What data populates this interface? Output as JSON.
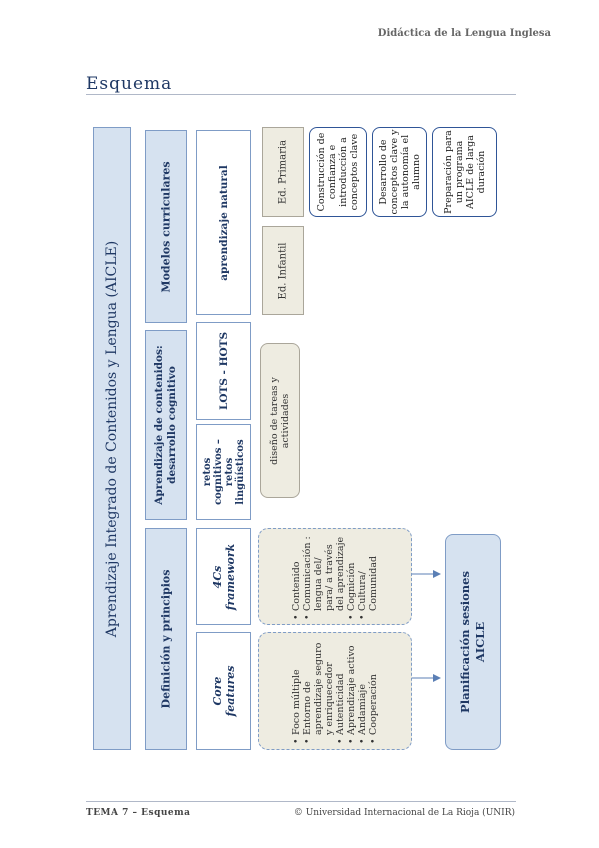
{
  "header": {
    "course_title": "Didáctica de la Lengua Inglesa"
  },
  "section": {
    "title": "Esquema"
  },
  "diagram": {
    "root": "Aprendizaje Integrado de Contenidos y Lengua (AICLE)",
    "branches": {
      "definicion": "Definición y principios",
      "aprendizaje": "Aprendizaje de contenidos: desarrollo cognitivo",
      "modelos": "Modelos curriculares"
    },
    "core_features": {
      "label": "Core features",
      "items": [
        "Foco múltiple",
        "Entorno de aprendizaje seguro y enriquecedor",
        "Autenticidad",
        "Aprendizaje activo",
        "Andamiaje",
        "Cooperación"
      ]
    },
    "cs_framework": {
      "label": "4Cs framework",
      "items": [
        "Contenido",
        "Comunicación : lengua del/ para/ a través del aprendizaje",
        "Cognición",
        "Cultura/ Comunidad"
      ]
    },
    "retos": "retos cognitivos – retos lingüísticos",
    "lots_hots": "LOTS - HOTS",
    "diseno": "diseño de tareas y actividades",
    "aprendizaje_natural": "aprendizaje natural",
    "infantil": "Ed. Infantil",
    "primaria": "Ed. Primaria",
    "primaria_steps": [
      "Construcción de confianza e introducción a conceptos clave",
      "Desarrollo de conceptos clave y la autonomía el alumno",
      "Preparación para un programa AICLE de larga duración"
    ],
    "planificacion": "Planificación sesiones AICLE"
  },
  "footer": {
    "left": "TEMA 7 – Esquema",
    "right": "© Universidad Internacional de La Rioja (UNIR)"
  }
}
